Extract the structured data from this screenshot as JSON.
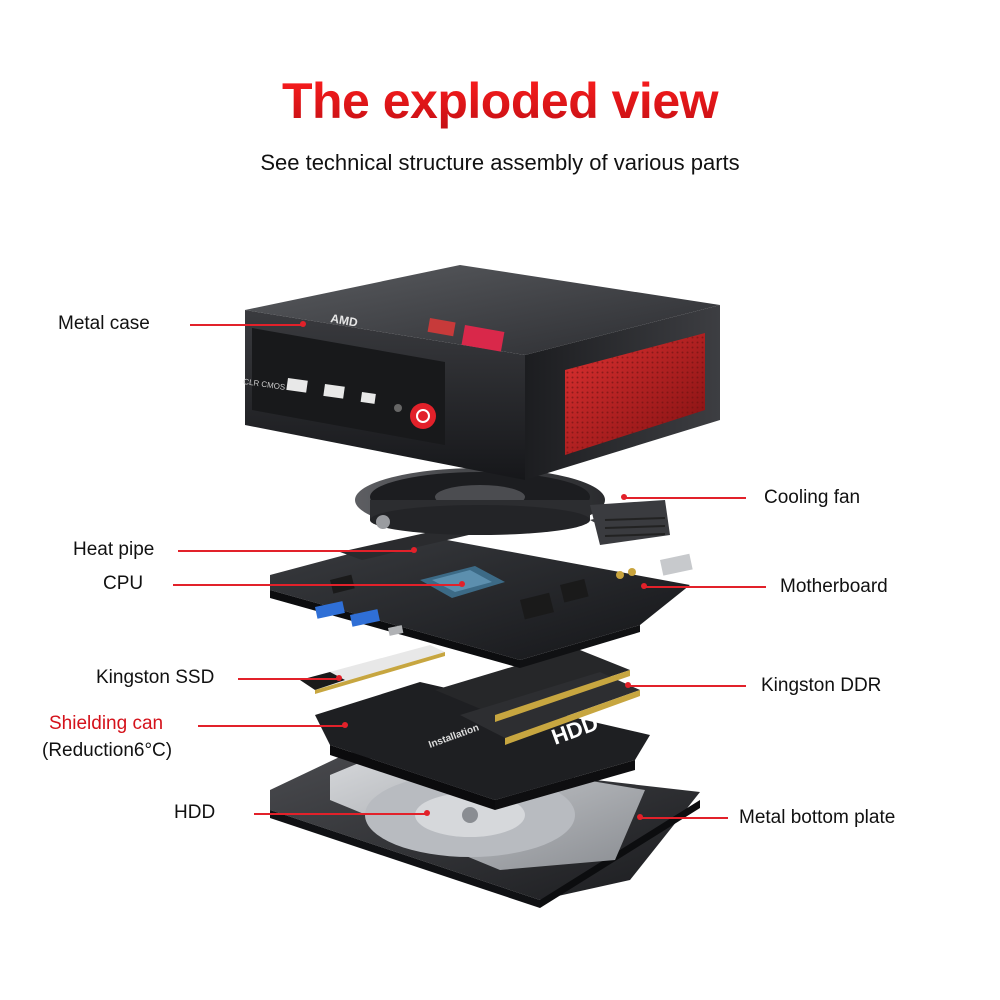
{
  "header": {
    "title": "The exploded view",
    "subtitle": "See technical structure assembly of various parts"
  },
  "labels": {
    "metal_case": "Metal case",
    "cooling_fan": "Cooling fan",
    "heat_pipe": "Heat pipe",
    "cpu": "CPU",
    "motherboard": "Motherboard",
    "kingston_ssd": "Kingston SSD",
    "kingston_ddr": "Kingston DDR",
    "shielding_can": "Shielding can",
    "shielding_note": "(Reduction6°C)",
    "hdd": "HDD",
    "metal_bottom_plate": "Metal bottom plate"
  },
  "device_print": {
    "clr_cmos": "CLR CMOS",
    "brand": "AMD",
    "hdd_mark": "HDD",
    "installation": "Installation"
  },
  "colors": {
    "accent": "#e2212a",
    "title": "#e5161c",
    "case": "#2a2b2e",
    "vent_red": "#b51c1c"
  }
}
